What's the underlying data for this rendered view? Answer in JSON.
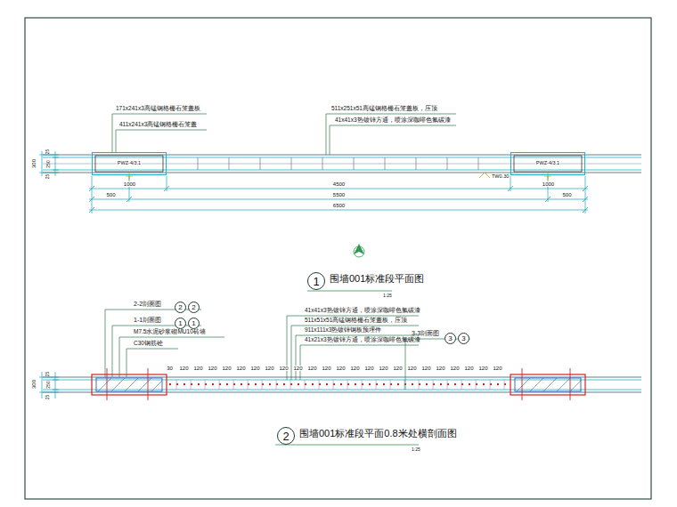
{
  "diagram": {
    "nodes": [
      {
        "text": [
          "PWZ-4/3.1"
        ]
      },
      {
        "text": [
          "PWZ-4/3.1"
        ]
      },
      {
        "text": [
          "1"
        ]
      },
      {
        "text": [
          "2"
        ]
      },
      {
        "text": [
          "2"
        ]
      },
      {
        "text": [
          "1"
        ]
      },
      {
        "text": [
          "1"
        ]
      },
      {
        "text": [
          "3"
        ]
      },
      {
        "text": [
          "3"
        ]
      },
      {
        "text": [
          "2"
        ]
      }
    ],
    "edges": [],
    "labels": [
      "171x241x3高锰钢格栅石笼盖板",
      "411x241x3高锰钢格栅石笼盖",
      "511x251x51高锰钢格栅石笼盖板，压顶",
      "41x41x3热镀锌方通，喷涂深咖啡色氟碳漆",
      "300",
      "25",
      "250",
      "25",
      "TW0.30",
      "1000",
      "4500",
      "1000",
      "500",
      "5500",
      "500",
      "6500",
      "围墙001标准段平面图",
      "1:25",
      "2-2剖面图",
      "1-1剖面图",
      "M7.5水泥砂浆砌MU10砖墙",
      "C30钢筋砼",
      "41x41x3热镀锌方通，喷涂深咖啡色氟碳漆",
      "511x51x51高锰钢格栅石笼盖板，压顶",
      "911x111x3热镀锌钢板预埋件",
      "41x21x3热镀锌方通，喷涂深咖啡色氟碳漆",
      "3-3剖面图",
      "300",
      "25",
      "250",
      "25",
      "30",
      "120",
      "120",
      "120",
      "120",
      "120",
      "120",
      "120",
      "120",
      "120",
      "120",
      "120",
      "120",
      "120",
      "120",
      "120",
      "120",
      "120",
      "120",
      "120",
      "120",
      "120",
      "120",
      "120",
      "围墙001标准段平面0.8米处横剖面图",
      "1:25"
    ]
  }
}
